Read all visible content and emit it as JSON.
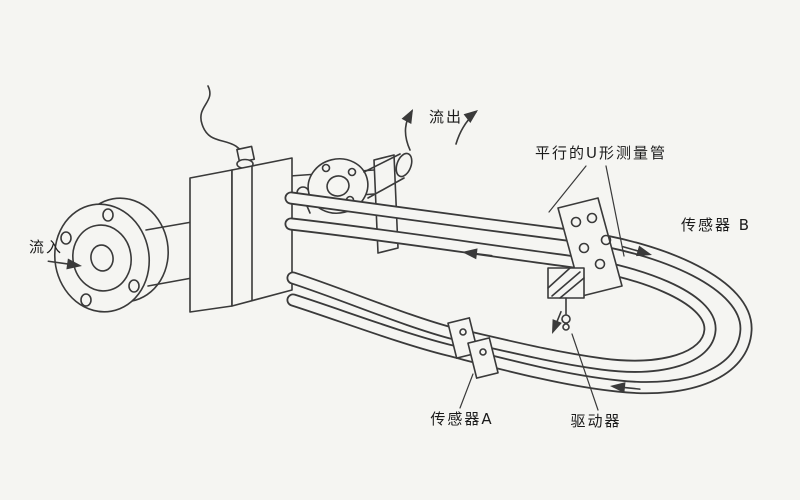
{
  "labels": {
    "inflow": "流入",
    "outflow": "流出",
    "parallel_u_tubes": "平行的U形测量管",
    "sensor_b": "传感器 B",
    "sensor_a": "传感器A",
    "driver": "驱动器"
  },
  "colors": {
    "background": "#f5f5f2",
    "line": "#3a3a3a",
    "text": "#1b1b1b"
  }
}
